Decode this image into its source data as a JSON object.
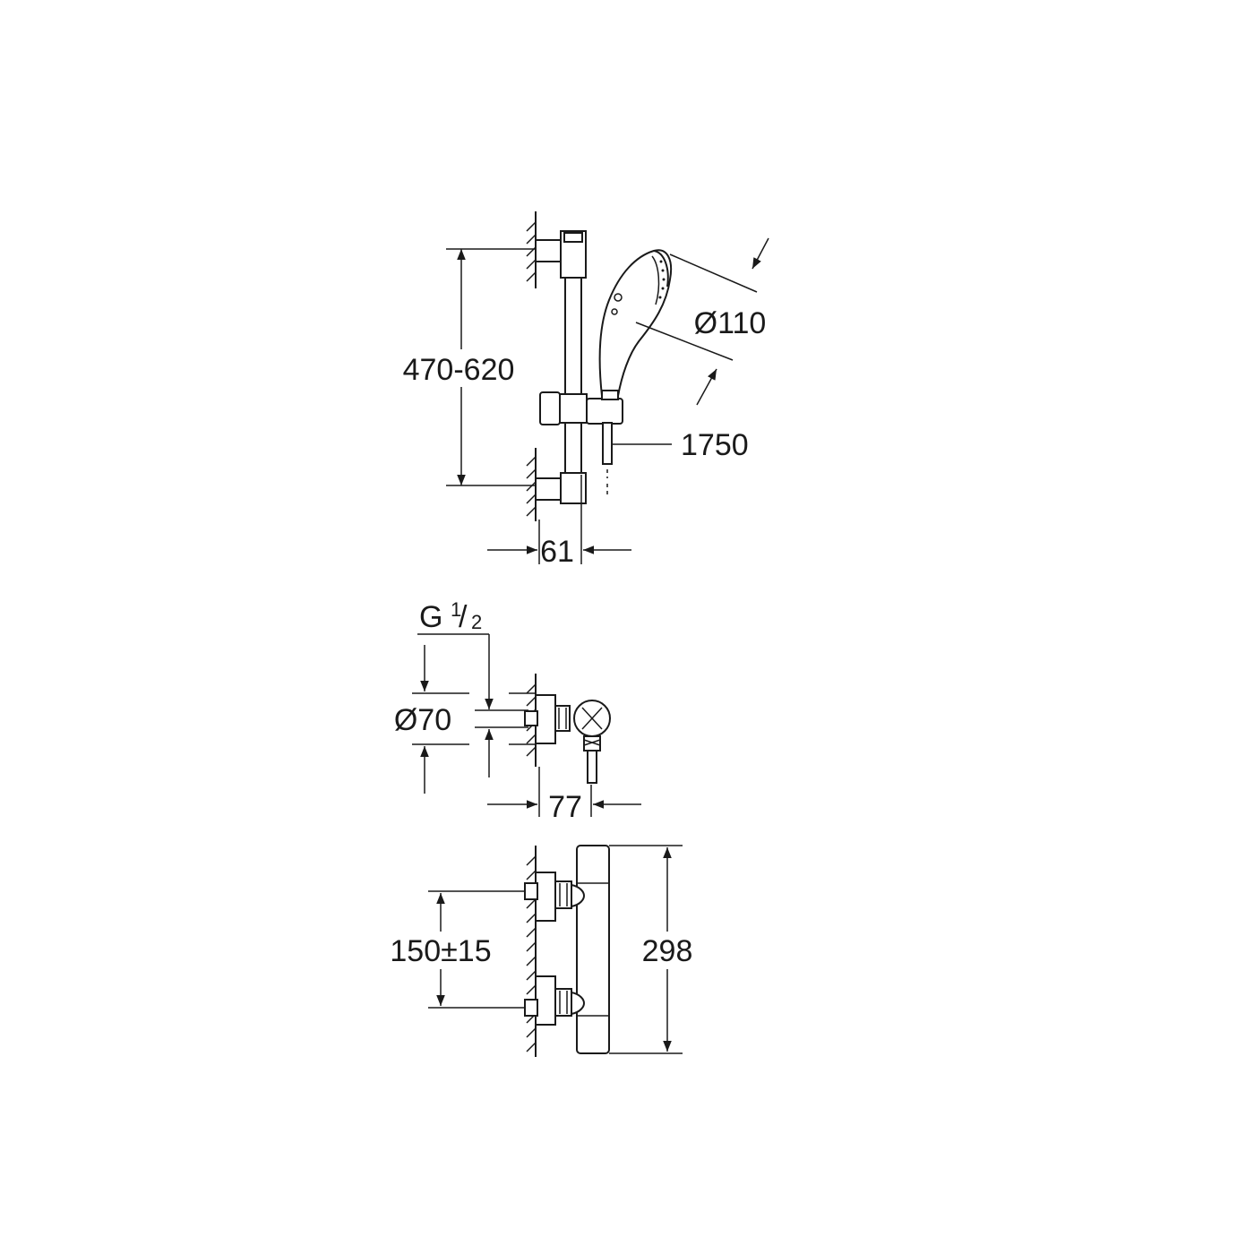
{
  "dimensions": {
    "rail_height": "470-620",
    "head_diameter": "Ø110",
    "hose_length": "1750",
    "rail_depth": "61",
    "thread_letter": "G",
    "thread_numerator": "1",
    "thread_slash": "/",
    "thread_denominator": "2",
    "rosette_diameter": "Ø70",
    "valve_depth": "77",
    "inlet_spacing": "150±15",
    "valve_height": "298"
  }
}
